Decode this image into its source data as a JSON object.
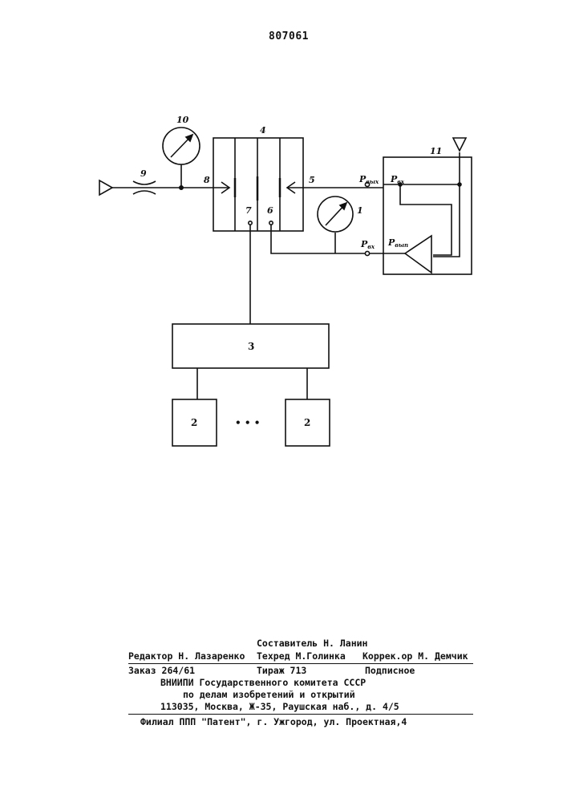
{
  "patent_number": "807061",
  "diagram": {
    "labels": {
      "gauge_left": "10",
      "block_main": "4",
      "block_right": "11",
      "throttle": "9",
      "port_left": "8",
      "port_right": "5",
      "port_7": "7",
      "port_6": "6",
      "gauge_right": "1",
      "block_center": "3",
      "block_left_bottom": "2",
      "block_right_bottom": "2",
      "ellipsis": "• • •"
    },
    "pressure_labels": {
      "p_out_base": "P",
      "p_out_sub": "вых",
      "p_in1_base": "P",
      "p_in1_sub": "вх",
      "p_in2_base": "P",
      "p_in2_sub": "вх",
      "p_pit_base": "P",
      "p_pit_sub": "вып"
    }
  },
  "imprint": {
    "composer": "Составитель Н. Ланин",
    "editor": "Редактор Н. Лазаренко",
    "techred": "Техред М.Голинка",
    "corrector": "Коррек.ор М. Демчик",
    "order": "Заказ 264/61",
    "circulation": "Тираж 713",
    "subscription": "Подписное",
    "org_line1": "ВНИИПИ Государственного комитета СССР",
    "org_line2": "по делам изобретений и открытий",
    "address": "113035, Москва, Ж-35, Раушская наб., д. 4/5",
    "branch": "Филиал ППП \"Патент\", г. Ужгород, ул. Проектная,4"
  }
}
